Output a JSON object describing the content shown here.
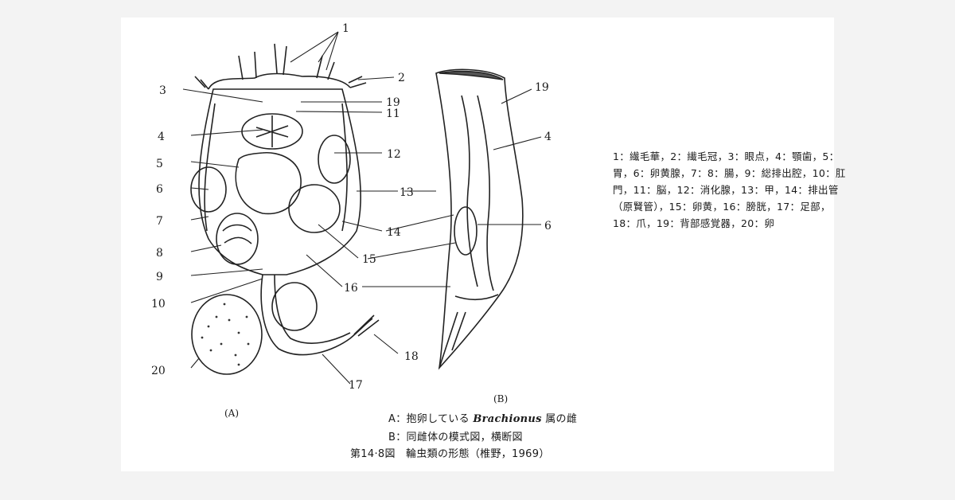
{
  "figure": {
    "labels_a": [
      "1",
      "2",
      "3",
      "19",
      "11",
      "4",
      "12",
      "5",
      "6",
      "13",
      "7",
      "14",
      "8",
      "15",
      "9",
      "16",
      "10",
      "20",
      "17",
      "18"
    ],
    "labels_b": [
      "19",
      "4",
      "6"
    ],
    "panel_a": "(A)",
    "panel_b": "(B)"
  },
  "legend": {
    "text": "1：繊毛華，2：繊毛冠，3：眼点，4：顎歯，5：胃，6：卵黄腺，7：8：腸，9：総排出腔，10：肛門，11：脳，12：消化腺，13：甲，14：排出管（原賢管），15：卵黄，16：膀胱，17：足部，18：爪，19：背部感覚器，20：卵"
  },
  "caption": {
    "line_a_prefix": "A：抱卵している",
    "line_a_genus": "Brachionus",
    "line_a_suffix": "属の雌",
    "line_b": "B：同雌体の模式図，横断図",
    "line_c": "第14·8図　輪虫類の形態（椎野，1969）"
  },
  "colors": {
    "ink": "#1a1a1a",
    "paper": "#ffffff",
    "background": "#f3f3f3"
  }
}
